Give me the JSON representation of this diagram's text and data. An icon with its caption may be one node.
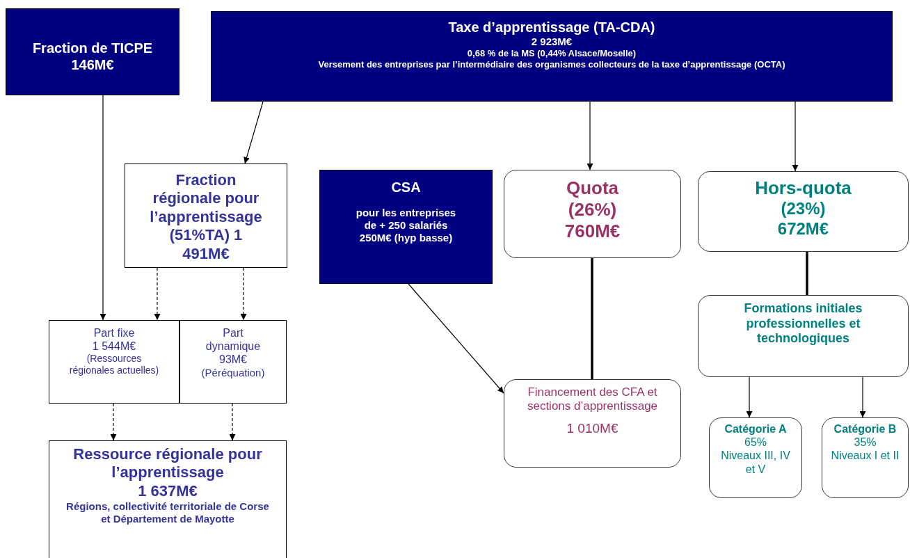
{
  "diagram": {
    "nodes": [
      {
        "text": [
          "Fraction de TICPE",
          "146M€"
        ]
      },
      {
        "text": [
          "Taxe d’apprentissage (TA-CDA)",
          "2 923M€",
          "0,68 % de la MS (0,44% Alsace/Moselle)",
          "Versement des entreprises par l’intermédiaire des organismes collecteurs de la taxe d’apprentissage (OCTA)"
        ]
      },
      {
        "text": [
          "Fraction régionale pour l’apprentissage (51%TA) 1 491M€"
        ]
      },
      {
        "text": [
          "CSA",
          "pour les entreprises de + 250 salariés 250M€ (hyp basse)"
        ]
      },
      {
        "text": [
          "Quota",
          "(26%)",
          "760M€"
        ]
      },
      {
        "text": [
          "Hors-quota",
          "(23%)",
          "672M€"
        ]
      },
      {
        "text": [
          "Part fixe",
          "1 544M€",
          "(Ressources régionales actuelles)"
        ]
      },
      {
        "text": [
          "Part dynamique",
          "93M€",
          "(Péréquation)"
        ]
      },
      {
        "text": [
          "Formations initiales professionnelles et technologiques"
        ]
      },
      {
        "text": [
          "Financement des CFA et sections d’apprentissage",
          "1 010M€"
        ]
      },
      {
        "text": [
          "Catégorie A",
          "65%",
          "Niveaux III, IV et V"
        ]
      },
      {
        "text": [
          "Catégorie B",
          "35%",
          "Niveaux I et II"
        ]
      },
      {
        "text": [
          "Ressource régionale pour l’apprentissage",
          "1 637M€",
          "Régions, collectivité territoriale de Corse et Département de Mayotte"
        ]
      }
    ],
    "edges": [
      {
        "from": 0,
        "to": 6,
        "arrow": "to"
      },
      {
        "from": 1,
        "to": 2,
        "arrow": "to"
      },
      {
        "from": 1,
        "to": 4,
        "arrow": "to"
      },
      {
        "from": 1,
        "to": 5,
        "arrow": "to"
      },
      {
        "from": 2,
        "to": 6,
        "arrow": "to",
        "style": "dashed"
      },
      {
        "from": 2,
        "to": 7,
        "arrow": "to",
        "style": "dashed"
      },
      {
        "from": 3,
        "to": 9,
        "arrow": "to"
      },
      {
        "from": 4,
        "to": 9,
        "arrow": "none",
        "style": "thick"
      },
      {
        "from": 5,
        "to": 8,
        "arrow": "none",
        "style": "thick"
      },
      {
        "from": 8,
        "to": 10,
        "arrow": "to"
      },
      {
        "from": 8,
        "to": 11,
        "arrow": "to"
      },
      {
        "from": 6,
        "to": 12,
        "arrow": "to",
        "style": "dashed"
      },
      {
        "from": 7,
        "to": 12,
        "arrow": "to",
        "style": "dashed"
      }
    ]
  }
}
